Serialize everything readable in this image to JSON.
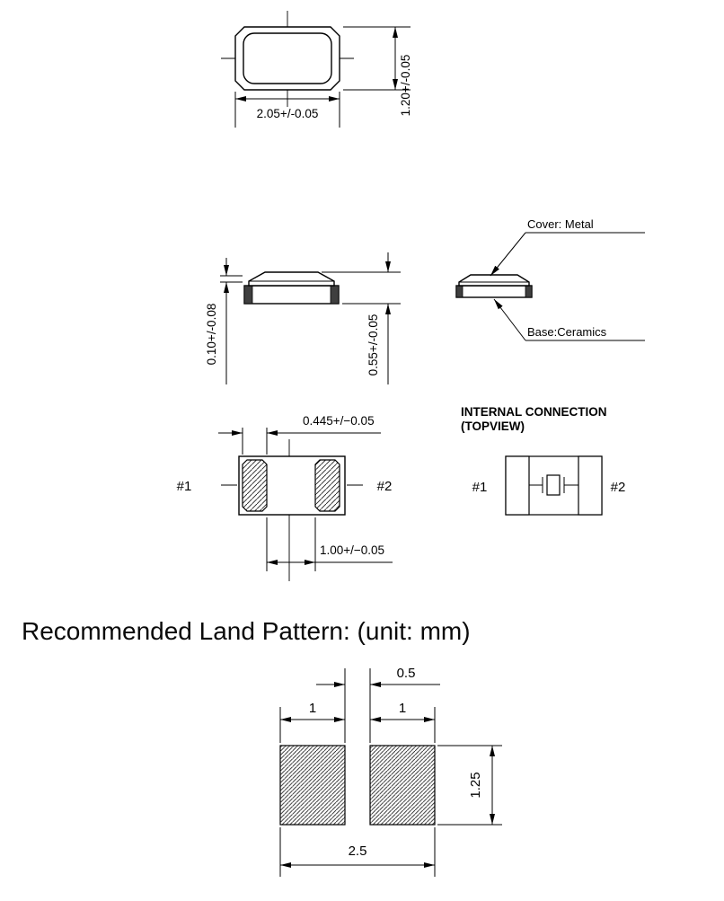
{
  "top_view": {
    "width_dim": "2.05+/-0.05",
    "height_dim": "1.20+/-0.05"
  },
  "side_view": {
    "cover_thickness_dim": "0.10+/-0.08",
    "body_height_dim": "0.55+/-0.05"
  },
  "materials": {
    "cover": "Cover: Metal",
    "base": "Base:Ceramics"
  },
  "bottom_view": {
    "pad_width_dim": "0.445+/−0.05",
    "pad_pitch_dim": "1.00+/−0.05",
    "pin1": "#1",
    "pin2": "#2"
  },
  "internal_connection": {
    "title": "INTERNAL CONNECTION",
    "subtitle": "(TOPVIEW)",
    "pin1": "#1",
    "pin2": "#2"
  },
  "land_pattern": {
    "heading": "Recommended Land Pattern: (unit: mm)",
    "gap_dim": "0.5",
    "left_pad_width_dim": "1",
    "right_pad_width_dim": "1",
    "pad_height_dim": "1.25",
    "overall_width_dim": "2.5"
  }
}
